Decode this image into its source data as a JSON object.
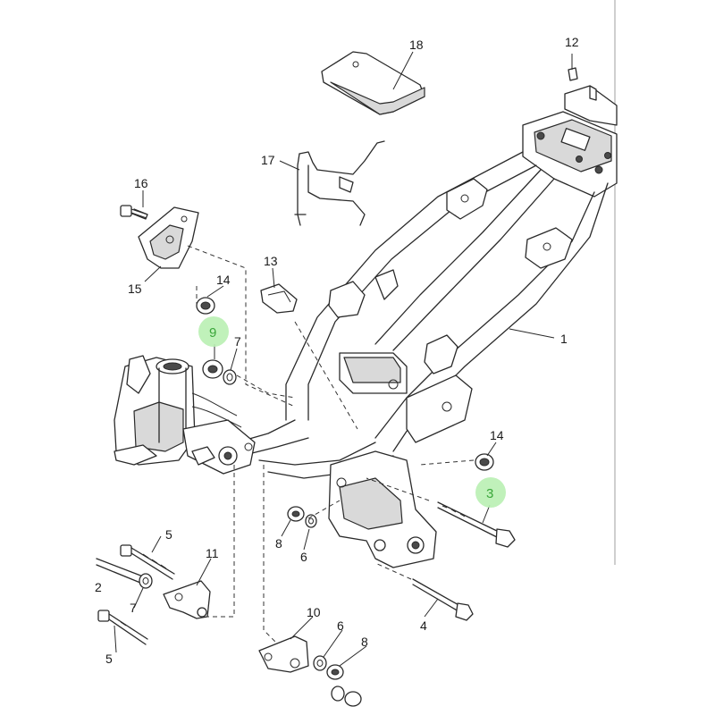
{
  "callouts": {
    "c1": "1",
    "c2": "2",
    "c3": "3",
    "c4": "4",
    "c5a": "5",
    "c5b": "5",
    "c6a": "6",
    "c6b": "6",
    "c7a": "7",
    "c7b": "7",
    "c8a": "8",
    "c8b": "8",
    "c9": "9",
    "c10": "10",
    "c11": "11",
    "c12": "12",
    "c13": "13",
    "c14a": "14",
    "c14b": "14",
    "c15": "15",
    "c16": "16",
    "c17": "17",
    "c18": "18"
  },
  "highlight_color": "#b9f0b2"
}
